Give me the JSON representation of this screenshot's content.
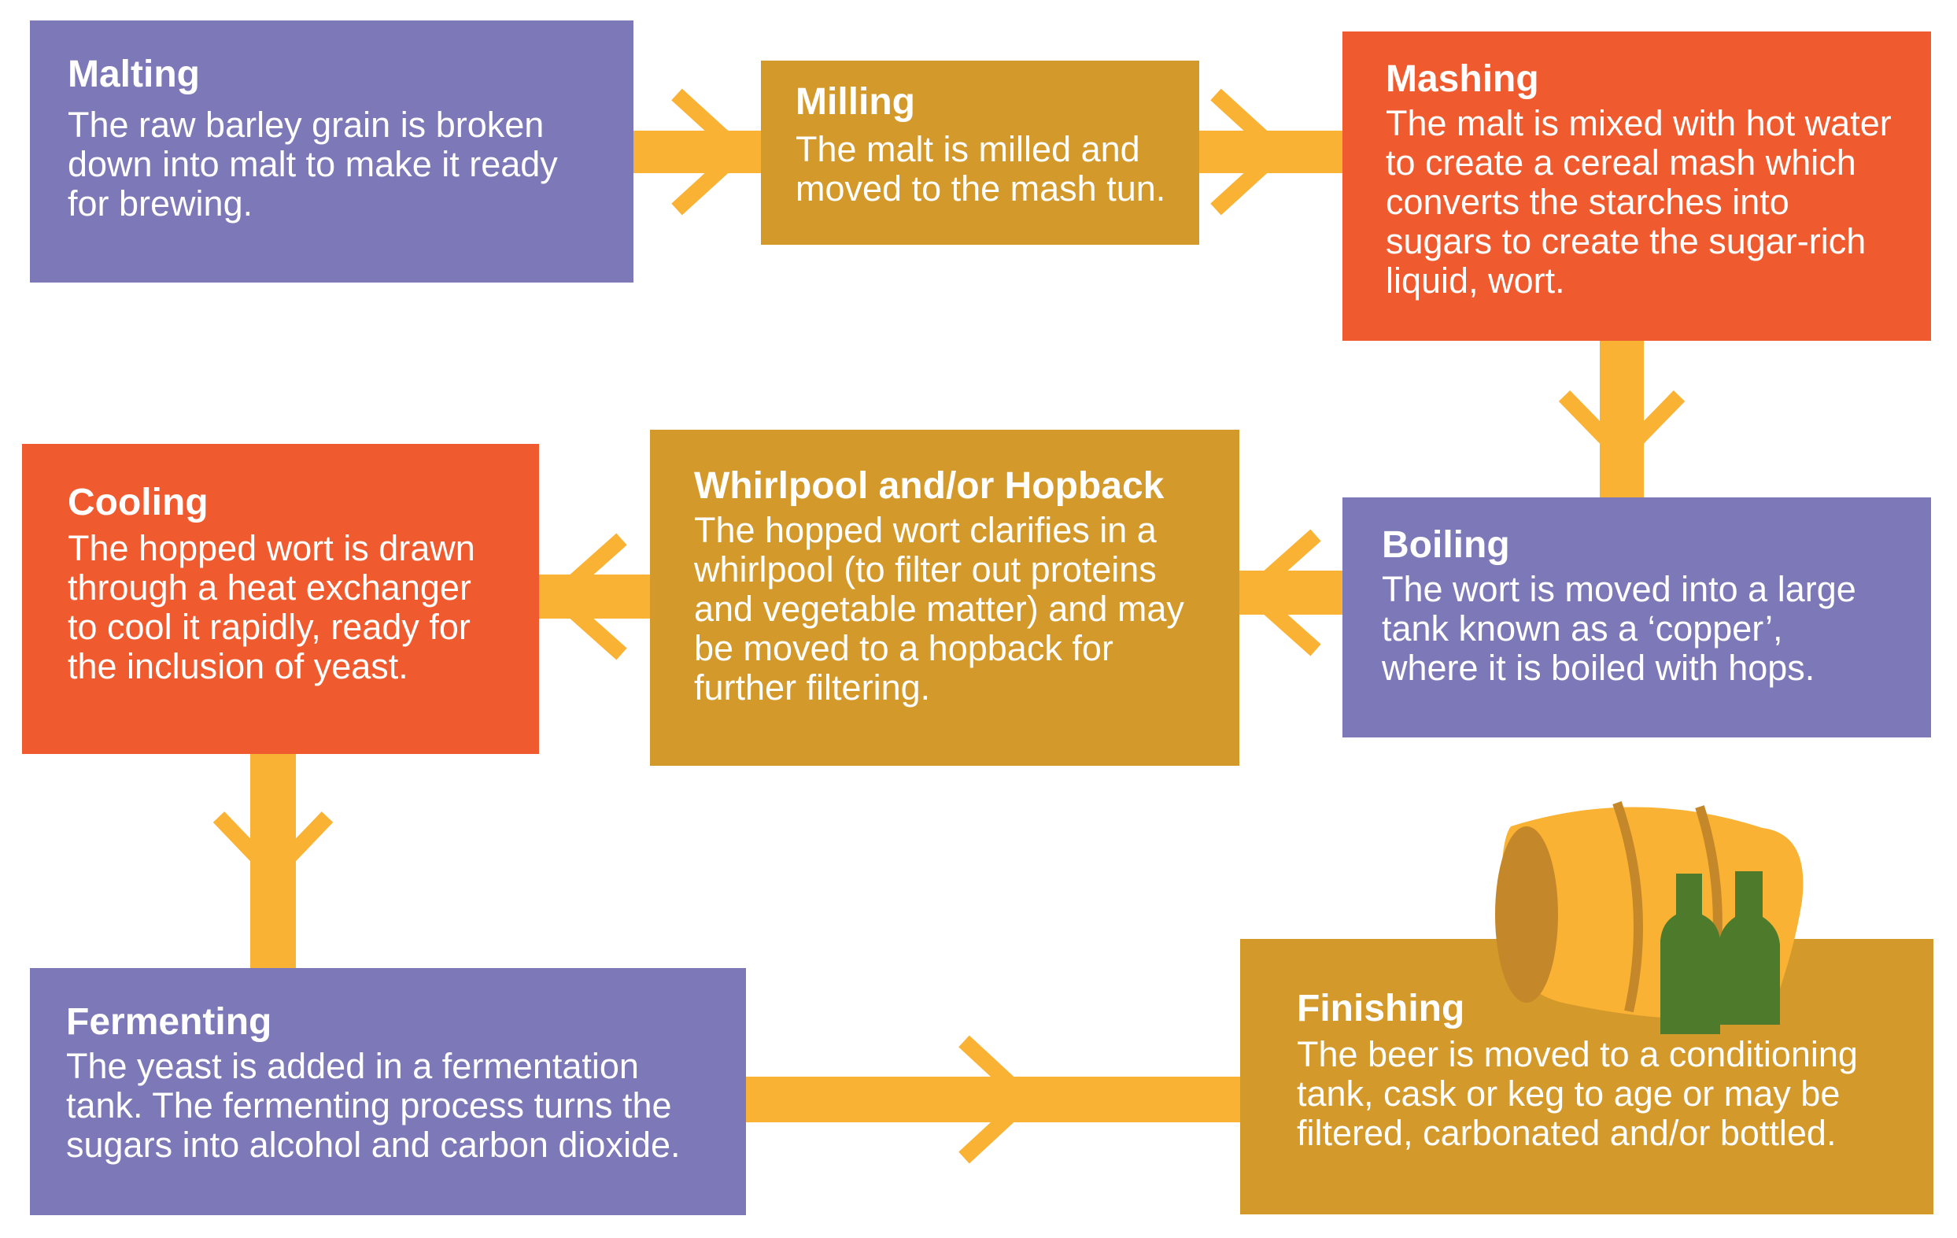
{
  "colors": {
    "arrow": "#f9b233",
    "purple": "#7d78b7",
    "gold": "#d4992b",
    "orange": "#f05a2f",
    "bottle": "#4e7a2b",
    "barrel": "#f9b233",
    "barrel_dark": "#c4882a"
  },
  "icons": [
    "barrel-icon",
    "bottle-icon"
  ],
  "steps": {
    "malting": {
      "title": "Malting",
      "lines": [
        "The raw barley grain is broken",
        "down into malt to make it ready",
        "for brewing."
      ]
    },
    "milling": {
      "title": "Milling",
      "lines": [
        "The malt is milled and",
        "moved to the mash tun."
      ]
    },
    "mashing": {
      "title": "Mashing",
      "lines": [
        "The malt is mixed with hot water",
        "to create a cereal mash which",
        "converts the starches into",
        "sugars to create the sugar-rich",
        "liquid, wort."
      ]
    },
    "boiling": {
      "title": "Boiling",
      "lines": [
        "The wort is moved into a large",
        "tank known as a ‘copper’,",
        "where it is boiled with hops."
      ]
    },
    "whirlpool": {
      "title": "Whirlpool and/or Hopback",
      "lines": [
        "The hopped wort clarifies in a",
        "whirlpool (to filter out proteins",
        "and vegetable matter) and may",
        "be moved to a hopback for",
        "further filtering."
      ]
    },
    "cooling": {
      "title": "Cooling",
      "lines": [
        "The hopped wort is drawn",
        "through a heat exchanger",
        "to cool it rapidly, ready for",
        "the inclusion of yeast."
      ]
    },
    "fermenting": {
      "title": "Fermenting",
      "lines": [
        "The yeast is added in a fermentation",
        "tank. The fermenting process turns the",
        "sugars into alcohol and carbon dioxide."
      ]
    },
    "finishing": {
      "title": "Finishing",
      "lines": [
        "The beer is moved to a conditioning",
        "tank, cask or keg to age or may be",
        "filtered, carbonated and/or bottled."
      ]
    }
  }
}
